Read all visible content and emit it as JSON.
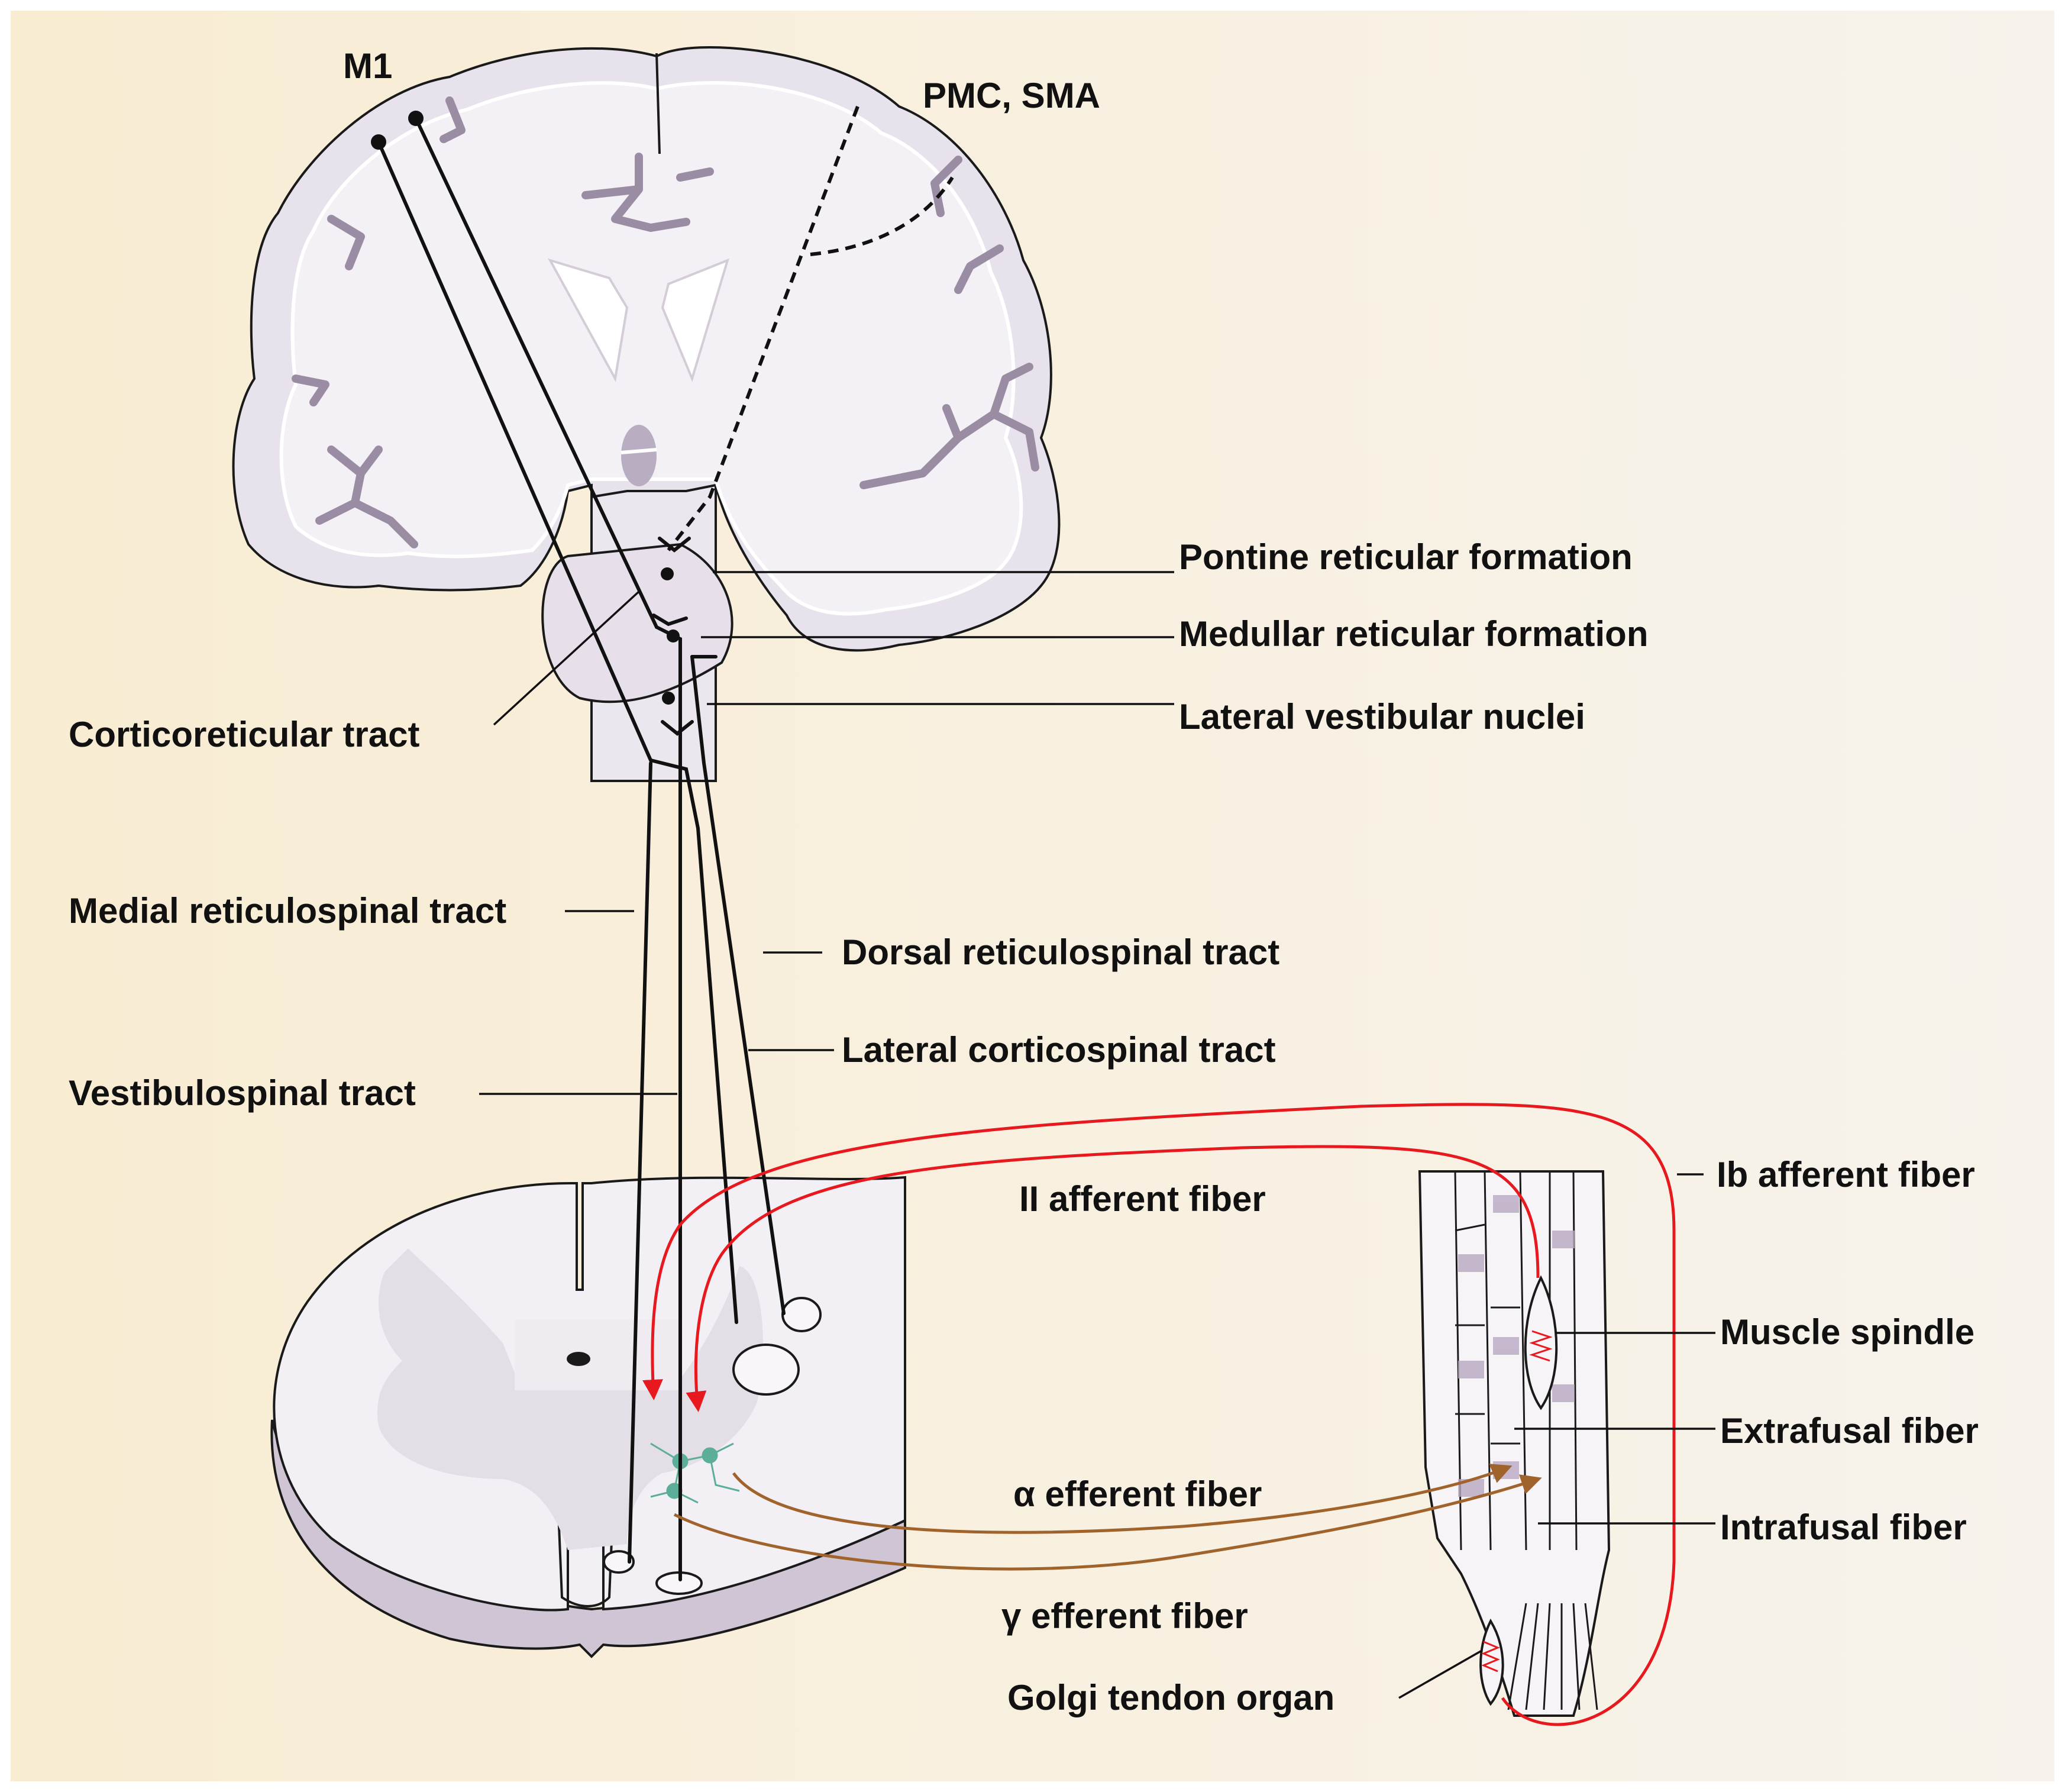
{
  "labels": {
    "m1": "M1",
    "pmc_sma": "PMC, SMA",
    "pontine": "Pontine reticular formation",
    "medullar": "Medullar reticular formation",
    "lateral_vestibular": "Lateral vestibular nuclei",
    "corticoreticular": "Corticoreticular tract",
    "medial_reticulospinal": "Medial reticulospinal tract",
    "dorsal_reticulospinal": "Dorsal reticulospinal tract",
    "lateral_corticospinal": "Lateral corticospinal tract",
    "vestibulospinal": "Vestibulospinal tract",
    "ii_afferent": "II afferent fiber",
    "ib_afferent": "Ib afferent fiber",
    "muscle_spindle": "Muscle spindle",
    "extrafusal": "Extrafusal fiber",
    "intrafusal": "Intrafusal fiber",
    "alpha_efferent": "α efferent fiber",
    "gamma_efferent": "γ efferent fiber",
    "golgi": "Golgi tendon organ"
  },
  "colors": {
    "background_left": "#f8ecd2",
    "background_right": "#f7f3ec",
    "tissue": "#f2eff4",
    "tissue_shade": "#ddd5e0",
    "sulcus": "#9a8ca3",
    "afferent": "#e8191e",
    "efferent": "#a0632b",
    "tract": "#111111",
    "neuron": "#5cae98"
  },
  "icons": {
    "brain": "coronal-brain-section",
    "spinal_cord": "spinal-cord-cross-section",
    "muscle": "muscle-fiber-bundle",
    "neurons": "motor-neuron-cluster"
  }
}
